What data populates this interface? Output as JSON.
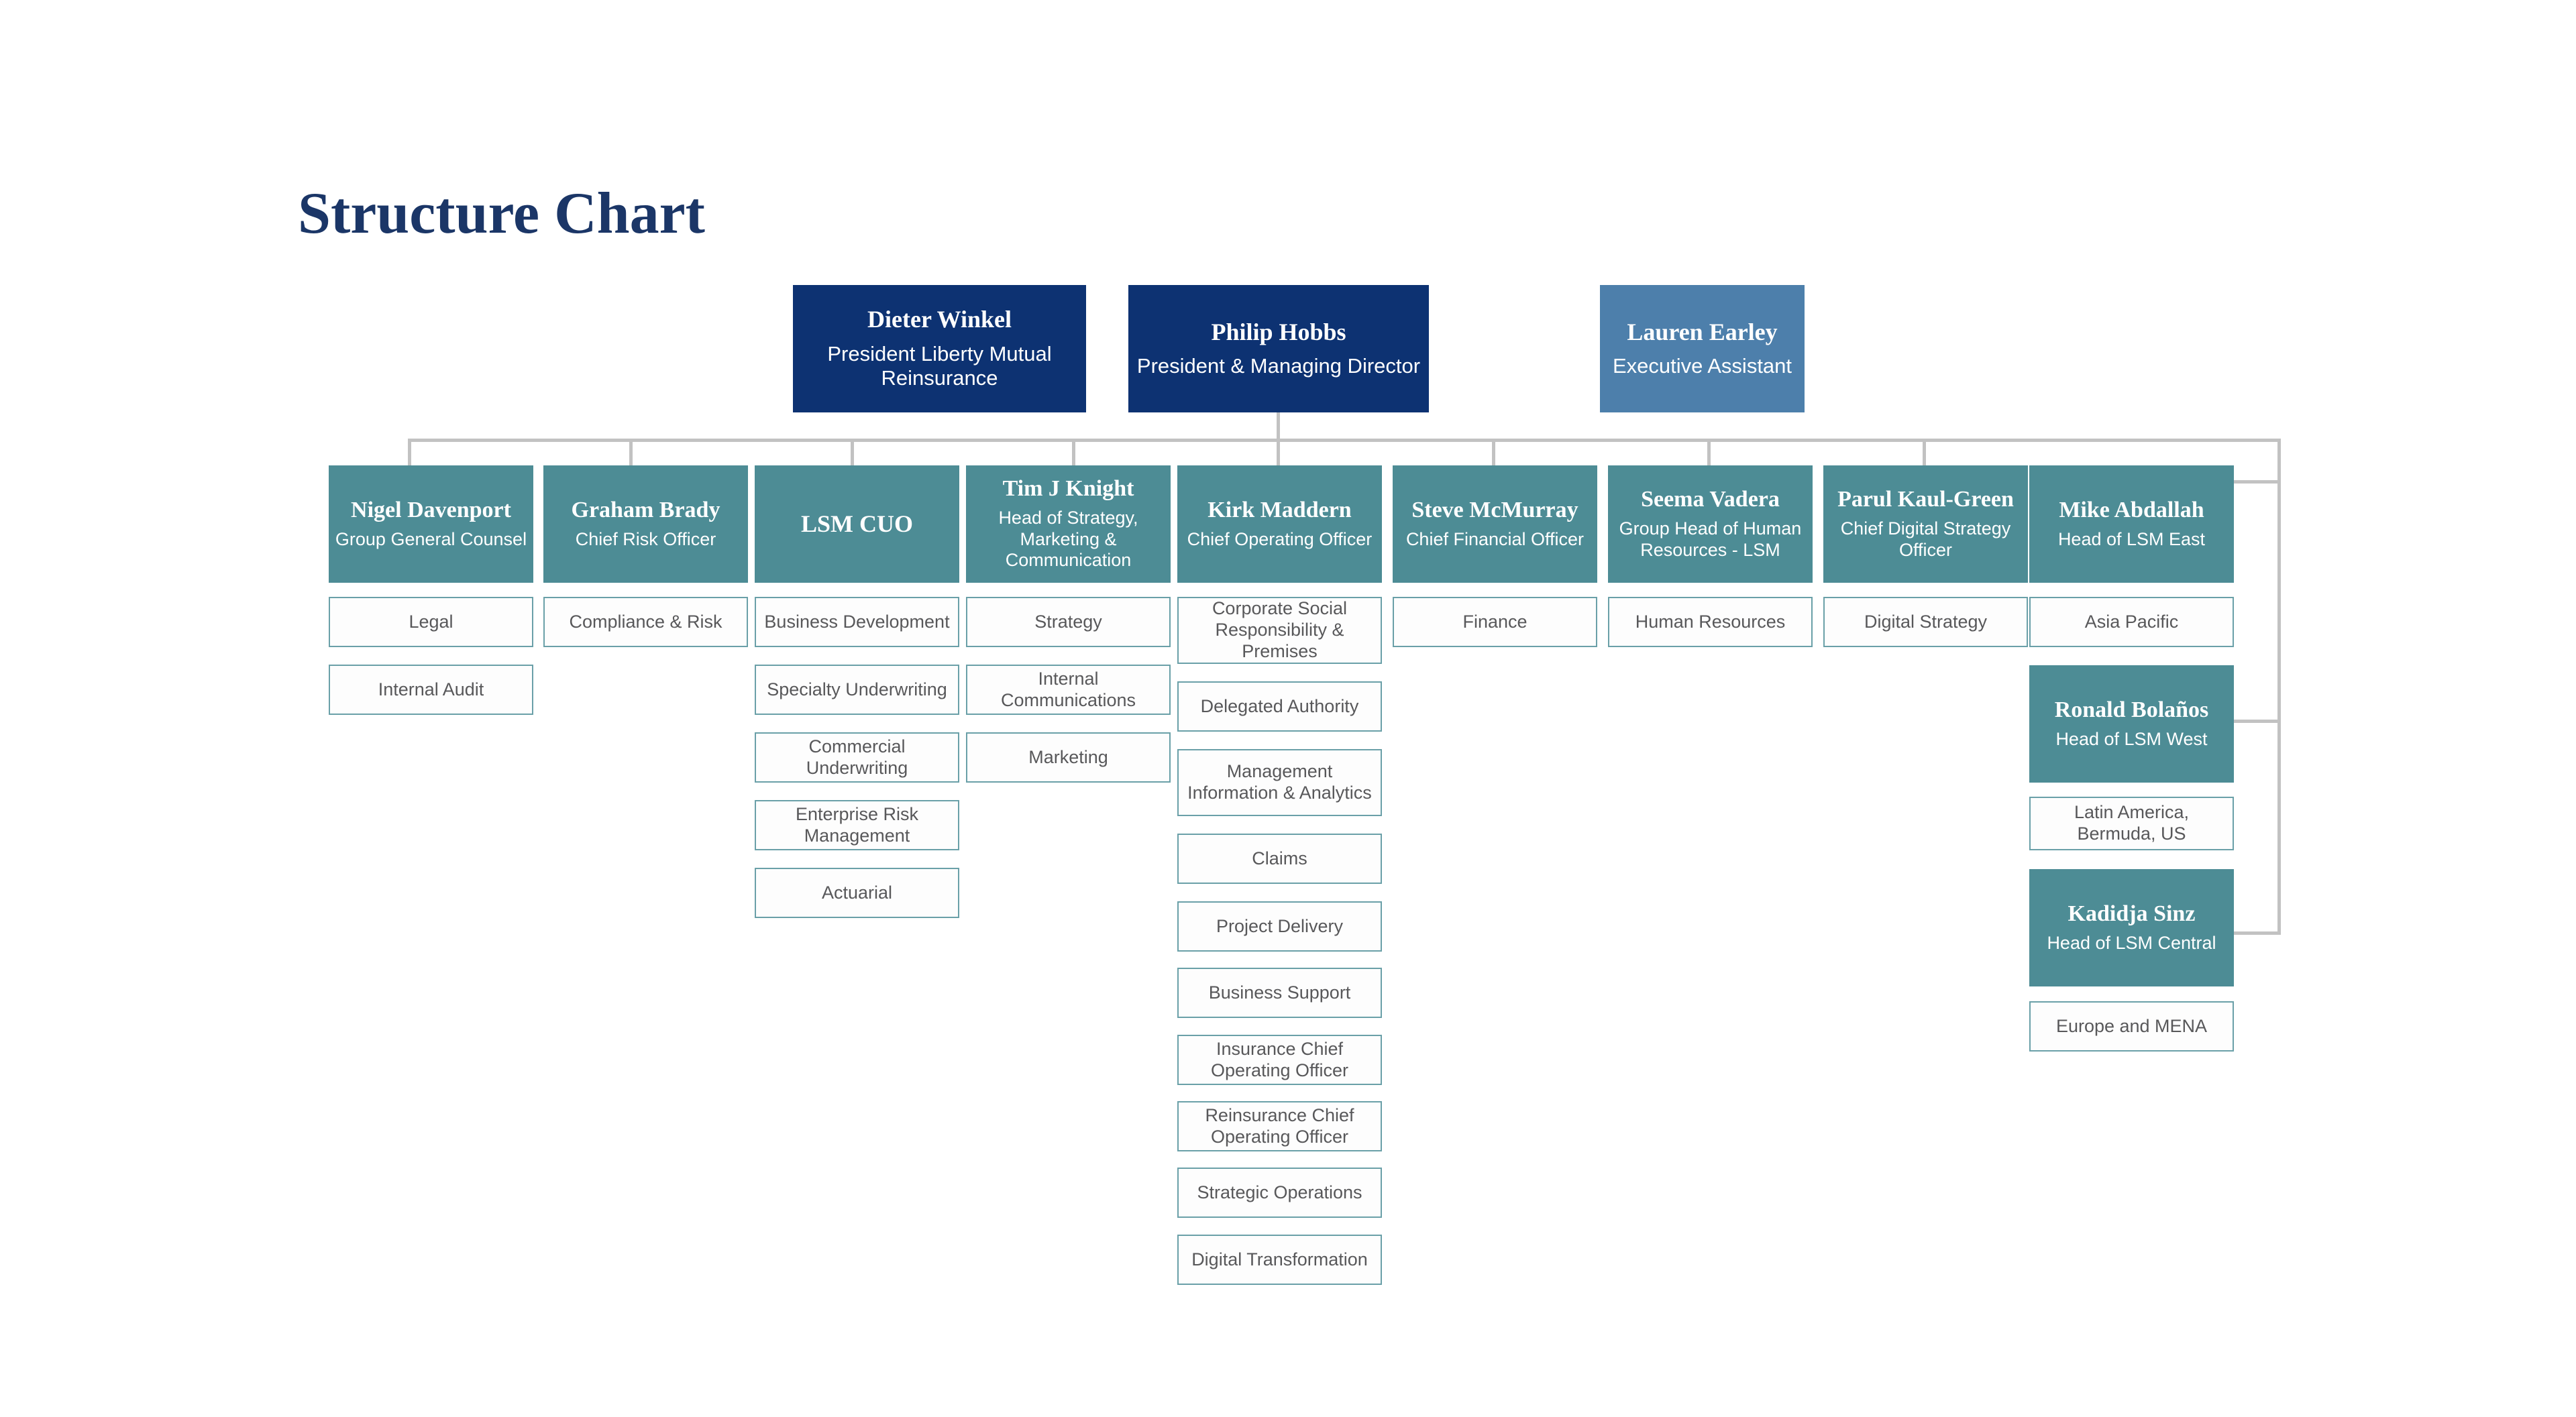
{
  "title": "Structure Chart",
  "colors": {
    "navy": "#0d3272",
    "assistant_blue": "#4d7fab",
    "teal": "#4d8c95",
    "sub_border": "#6aa0a8",
    "sub_text": "#58585a",
    "connector": "#c2c2c2",
    "title_color": "#1b3667"
  },
  "executives": [
    {
      "name": "Dieter Winkel",
      "title": "President Liberty Mutual Reinsurance"
    },
    {
      "name": "Philip Hobbs",
      "title": "President & Managing Director"
    }
  ],
  "assistant": {
    "name": "Lauren Earley",
    "title": "Executive Assistant"
  },
  "columns": [
    {
      "leader": {
        "name": "Nigel Davenport",
        "title": "Group General Counsel"
      },
      "children": [
        "Legal",
        "Internal Audit"
      ]
    },
    {
      "leader": {
        "name": "Graham Brady",
        "title": "Chief Risk Officer"
      },
      "children": [
        "Compliance & Risk"
      ]
    },
    {
      "leader": {
        "name": "LSM CUO",
        "title": ""
      },
      "children": [
        "Business Development",
        "Specialty Underwriting",
        "Commercial Underwriting",
        "Enterprise Risk Management",
        "Actuarial"
      ]
    },
    {
      "leader": {
        "name": "Tim J Knight",
        "title": "Head of Strategy, Marketing & Communication"
      },
      "children": [
        "Strategy",
        "Internal Communications",
        "Marketing"
      ]
    },
    {
      "leader": {
        "name": "Kirk Maddern",
        "title": "Chief Operating Officer"
      },
      "children": [
        "Corporate Social Responsibility & Premises",
        "Delegated Authority",
        "Management Information & Analytics",
        "Claims",
        "Project Delivery",
        "Business Support",
        "Insurance Chief Operating Officer",
        "Reinsurance Chief Operating Officer",
        "Strategic Operations",
        "Digital Transformation"
      ]
    },
    {
      "leader": {
        "name": "Steve McMurray",
        "title": "Chief Financial Officer"
      },
      "children": [
        "Finance"
      ]
    },
    {
      "leader": {
        "name": "Seema Vadera",
        "title": "Group Head of Human Resources - LSM"
      },
      "children": [
        "Human Resources"
      ]
    },
    {
      "leader": {
        "name": "Parul Kaul-Green",
        "title": "Chief Digital Strategy Officer"
      },
      "children": [
        "Digital Strategy"
      ]
    }
  ],
  "regional": [
    {
      "leader": {
        "name": "Mike Abdallah",
        "title": "Head of LSM East"
      },
      "children": [
        "Asia Pacific"
      ]
    },
    {
      "leader": {
        "name": "Ronald Bolaños",
        "title": "Head of LSM West"
      },
      "children": [
        "Latin America, Bermuda, US"
      ]
    },
    {
      "leader": {
        "name": "Kadidja Sinz",
        "title": "Head of LSM Central"
      },
      "children": [
        "Europe and MENA"
      ]
    }
  ]
}
